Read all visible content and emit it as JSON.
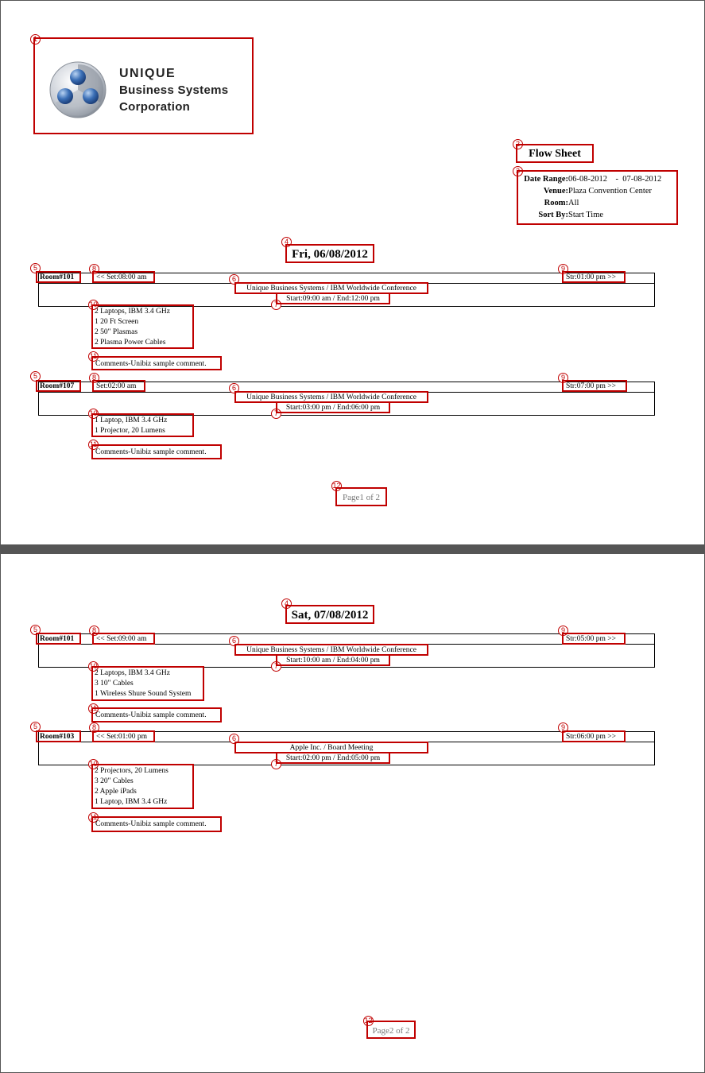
{
  "company": {
    "line1": "UNIQUE",
    "line2": "Business Systems",
    "line3": "Corporation"
  },
  "report": {
    "title": "Flow Sheet",
    "params": [
      {
        "label": "Date Range:",
        "value": "06-08-2012    -  07-08-2012"
      },
      {
        "label": "Venue:",
        "value": "Plaza Convention Center"
      },
      {
        "label": "Room:",
        "value": "All"
      },
      {
        "label": "Sort By:",
        "value": "Start Time"
      }
    ]
  },
  "markers": [
    "1",
    "2",
    "3",
    "4",
    "5",
    "6",
    "7",
    "8",
    "9",
    "10",
    "11",
    "12"
  ],
  "days": [
    {
      "heading": "Fri, 06/08/2012",
      "entries": [
        {
          "room": "Room#101",
          "set": "<< Set:08:00 am",
          "strike": "Str:01:00 pm >>",
          "event": "Unique Business Systems / IBM Worldwide Conference",
          "time": "Start:09:00 am / End:12:00 pm",
          "items": [
            "2  Laptops, IBM 3.4 GHz",
            "1  20 Ft Screen",
            "2  50\" Plasmas",
            "2  Plasma Power Cables"
          ],
          "comment": "Comments-Unibiz sample comment."
        },
        {
          "room": "Room#107",
          "set": "Set:02:00 am",
          "strike": "Str:07:00 pm >>",
          "event": "Unique Business Systems / IBM Worldwide Conference",
          "time": "Start:03:00 pm / End:06:00 pm",
          "items": [
            "1  Laptop, IBM 3.4 GHz",
            "1  Projector, 20 Lumens"
          ],
          "comment": "Comments-Unibiz sample comment."
        }
      ],
      "page": "Page1 of 2"
    },
    {
      "heading": "Sat, 07/08/2012",
      "entries": [
        {
          "room": "Room#101",
          "set": "<< Set:09:00 am",
          "strike": "Str:05:00 pm >>",
          "event": "Unique Business Systems / IBM Worldwide Conference",
          "time": "Start:10:00 am / End:04:00 pm",
          "items": [
            "2  Laptops, IBM 3.4 GHz",
            "3  10\" Cables",
            "1  Wireless Shure Sound System"
          ],
          "comment": "Comments-Unibiz sample comment."
        },
        {
          "room": "Room#103",
          "set": "<< Set:01:00 pm",
          "strike": "Str:06:00 pm >>",
          "event": "Apple Inc. / Board Meeting",
          "time": "Start:02:00 pm / End:05:00 pm",
          "items": [
            "2  Projectors, 20 Lumens",
            "3  20\" Cables",
            "2  Apple iPads",
            "1 Laptop, IBM 3.4 GHz"
          ],
          "comment": "Comments-Unibiz sample comment."
        }
      ],
      "page": "Page2 of 2"
    }
  ],
  "colors": {
    "highlight": "#c00000",
    "page_number": "#777777",
    "separator": "#555555"
  }
}
